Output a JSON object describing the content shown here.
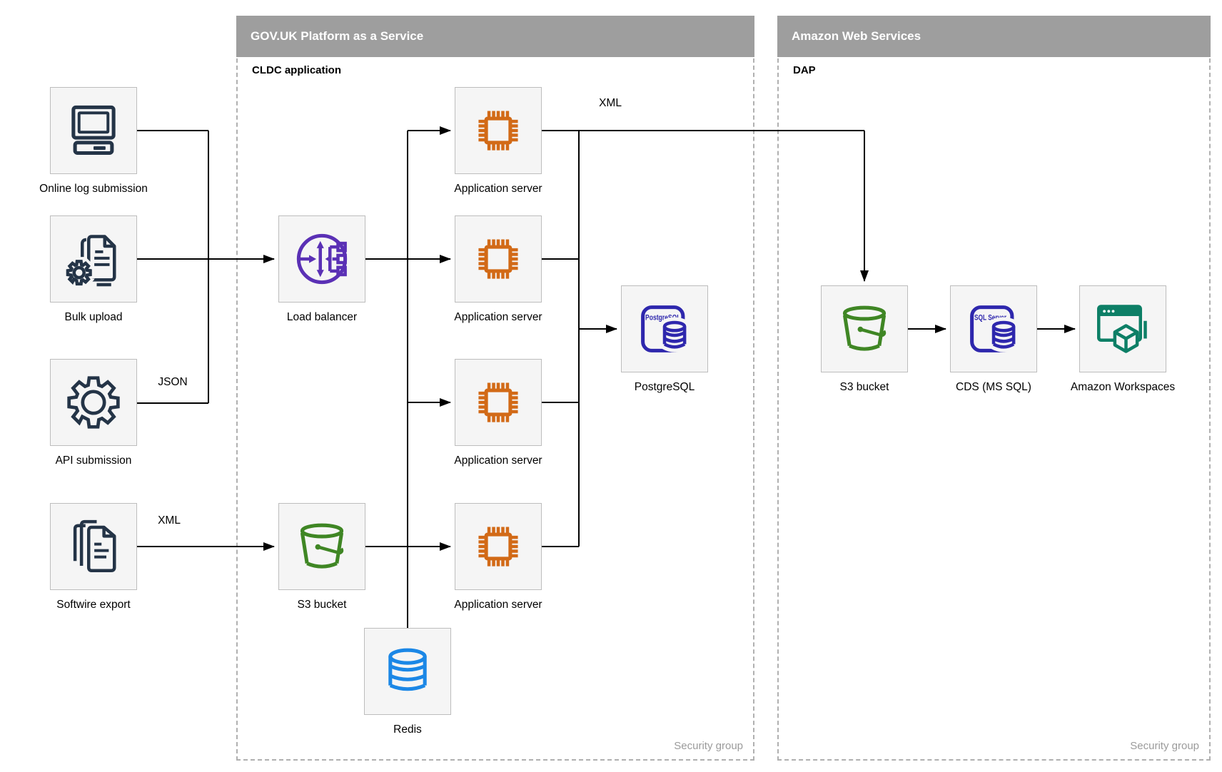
{
  "containers": {
    "paas": {
      "title": "GOV.UK Platform as a Service",
      "subtitle": "CLDC application",
      "footer": "Security group"
    },
    "aws": {
      "title": "Amazon Web Services",
      "subtitle": "DAP",
      "footer": "Security group"
    }
  },
  "nodes": {
    "online_log_submission": {
      "label": "Online log submission",
      "icon": "desktop-computer-icon"
    },
    "bulk_upload": {
      "label": "Bulk upload",
      "icon": "document-gear-icon"
    },
    "api_submission": {
      "label": "API submission",
      "icon": "gear-icon"
    },
    "softwire_export": {
      "label": "Softwire export",
      "icon": "documents-stack-icon"
    },
    "load_balancer": {
      "label": "Load balancer",
      "icon": "load-balancer-icon"
    },
    "app_server_1": {
      "label": "Application server",
      "icon": "cpu-chip-icon"
    },
    "app_server_2": {
      "label": "Application server",
      "icon": "cpu-chip-icon"
    },
    "app_server_3": {
      "label": "Application server",
      "icon": "cpu-chip-icon"
    },
    "app_server_4": {
      "label": "Application server",
      "icon": "cpu-chip-icon"
    },
    "postgresql": {
      "label": "PostgreSQL",
      "icon": "postgresql-icon",
      "icon_text": "PostgreSQL"
    },
    "s3_bucket_paas": {
      "label": "S3 bucket",
      "icon": "s3-bucket-icon"
    },
    "redis": {
      "label": "Redis",
      "icon": "database-cylinder-icon"
    },
    "s3_bucket_aws": {
      "label": "S3 bucket",
      "icon": "s3-bucket-icon"
    },
    "cds_mssql": {
      "label": "CDS (MS SQL)",
      "icon": "sql-server-icon",
      "icon_text": "SQL Server"
    },
    "amazon_workspaces": {
      "label": "Amazon Workspaces",
      "icon": "amazon-workspaces-icon"
    }
  },
  "edge_labels": {
    "api_to_app": "JSON",
    "softwire_to_s3": "XML",
    "app_to_aws": "XML"
  },
  "colors": {
    "header_bg": "#9e9e9e",
    "header_text": "#ffffff",
    "box_fill": "#f5f5f5",
    "box_border": "#bdbdbd",
    "dashed_border": "#b0b0b0",
    "line": "#000000",
    "navy": "#243447",
    "orange": "#d26a17",
    "purple": "#5a30b5",
    "green": "#3f8624",
    "indigo": "#2e27ad",
    "redis_blue": "#1b87e6",
    "teal": "#0d7f66",
    "footer_text": "#9b9b9b"
  }
}
